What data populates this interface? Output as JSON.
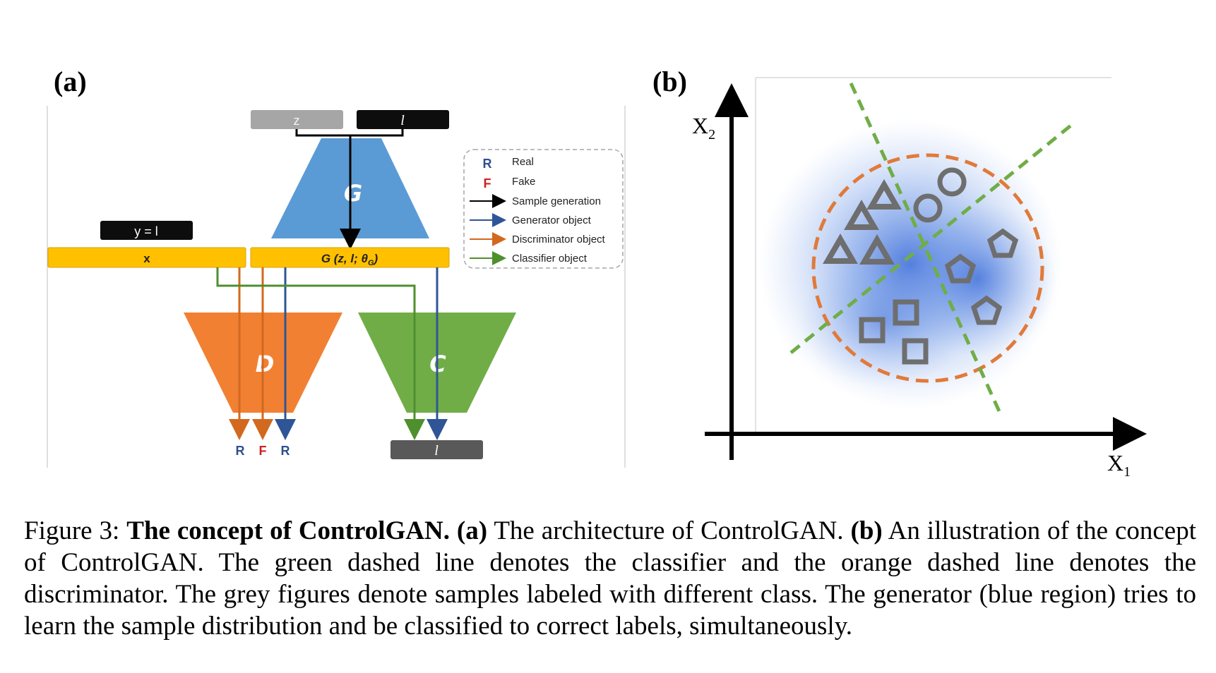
{
  "panel_a": {
    "label": "(a)",
    "boxes": {
      "z": "z",
      "l_top": "l",
      "y_eq_l": "y = l",
      "x": "x",
      "g_output": "G (z, l; θ",
      "g_output_sub": "G",
      "g_output_close": ")",
      "l_bottom": "l"
    },
    "networks": {
      "generator": "G",
      "discriminator": "D",
      "classifier": "C"
    },
    "outputs": [
      "R",
      "F",
      "R"
    ],
    "legend": [
      {
        "symbol": "R",
        "text": "Real",
        "color": "#2f4f8f"
      },
      {
        "symbol": "F",
        "text": "Fake",
        "color": "#cc2222"
      },
      {
        "arrow": "black",
        "text": "Sample generation",
        "color": "#000000"
      },
      {
        "arrow": "blue",
        "text": "Generator object",
        "color": "#2f5597"
      },
      {
        "arrow": "orange",
        "text": "Discriminator object",
        "color": "#e07020"
      },
      {
        "arrow": "green",
        "text": "Classifier object",
        "color": "#4e8f2e"
      }
    ],
    "colors": {
      "generator": "#5b9bd5",
      "discriminator": "#f28033",
      "classifier": "#70ad47",
      "yellow_box": "#ffc000",
      "grey_box": "#a6a6a6",
      "black_box": "#0d0d0d"
    }
  },
  "panel_b": {
    "label": "(b)",
    "axis_x": "X",
    "axis_x_sub": "1",
    "axis_y": "X",
    "axis_y_sub": "2",
    "colors": {
      "classifier_line": "#70ad47",
      "discriminator_line": "#e07a3a",
      "samples": "#6e6e6e",
      "generator_region": "#3a6fd8"
    }
  },
  "caption": {
    "prefix": "Figure 3: ",
    "title": "The concept of ControlGAN.",
    "a_label": "(a)",
    "a_text": " The architecture of ControlGAN. ",
    "b_label": "(b)",
    "b_text": " An illustration of the concept of ControlGAN. The green dashed line denotes the classifier and the orange dashed line denotes the discriminator. The grey figures denote samples labeled with different class. The generator (blue region) tries to learn the sample distribution and be classified to correct labels, simultaneously."
  }
}
